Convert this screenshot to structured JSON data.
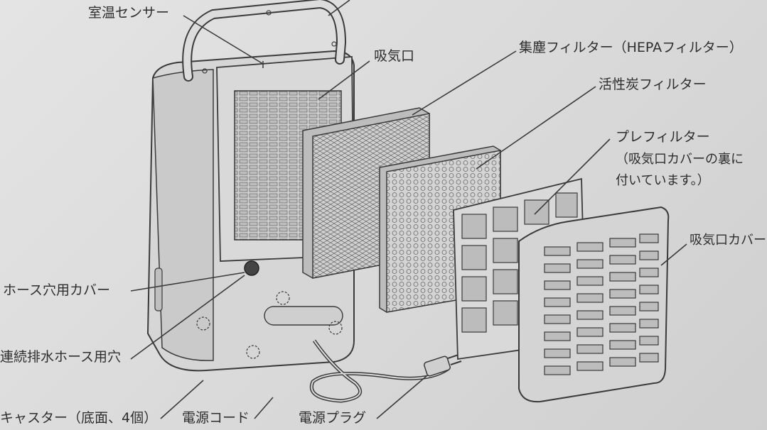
{
  "labels": {
    "room_temp_sensor": "室温センサー",
    "intake": "吸気口",
    "hepa_filter": "集塵フィルター（HEPAフィルター）",
    "carbon_filter": "活性炭フィルター",
    "pre_filter": "プレフィルター",
    "pre_filter_note_1": "（吸気口カバーの裏に",
    "pre_filter_note_2": "付いています。）",
    "intake_cover": "吸気口カバー",
    "hose_hole_cover": "ホース穴用カバー",
    "drain_hose_hole": "連続排水ホース用穴",
    "casters": "キャスター（底面、4個）",
    "power_cord": "電源コード",
    "power_plug": "電源プラグ"
  },
  "colors": {
    "background": "#dcdcdc",
    "line": "#3a3a3a",
    "text": "#2e2e2e"
  }
}
